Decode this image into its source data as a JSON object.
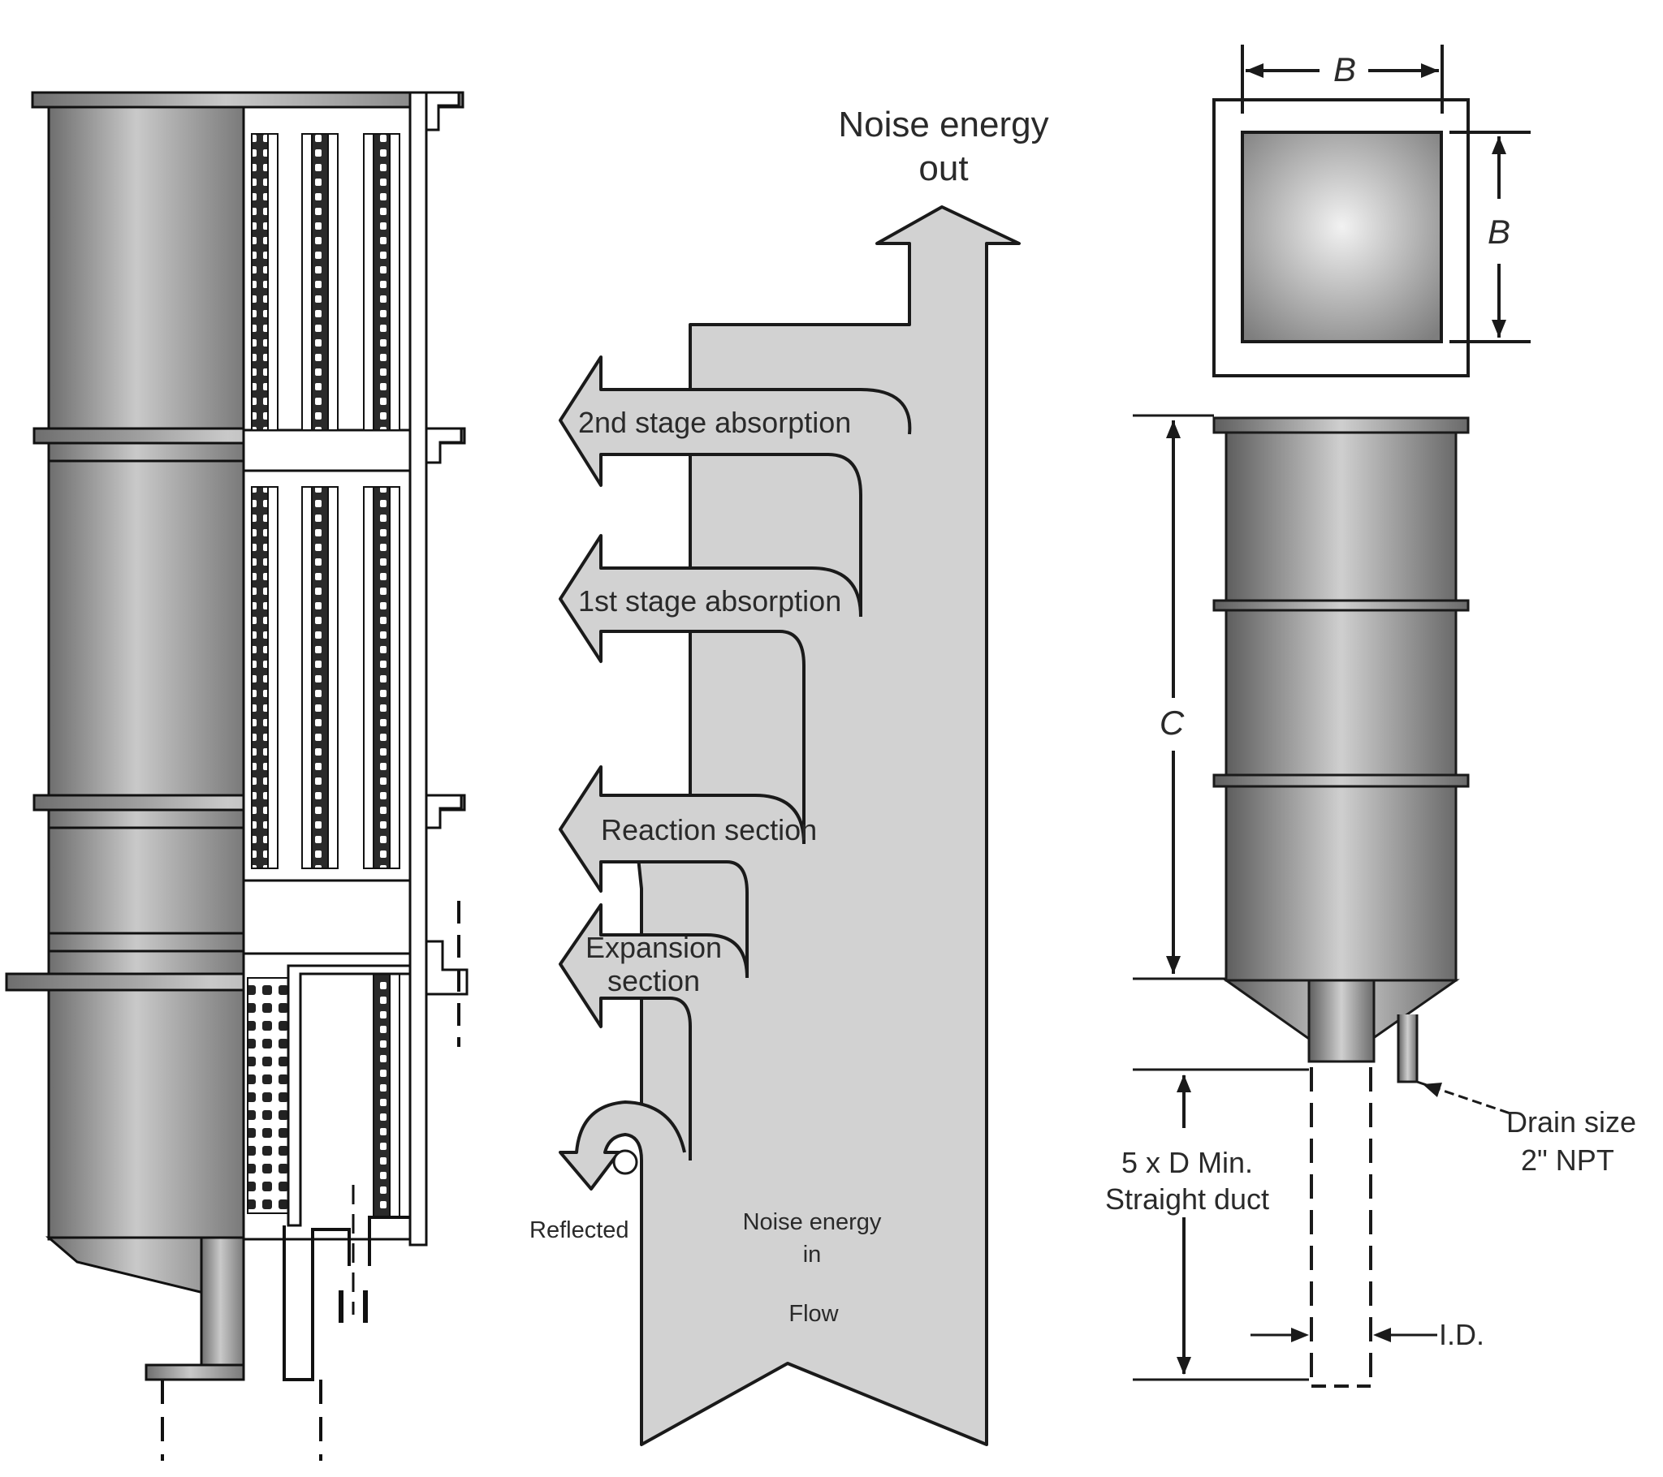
{
  "flow_diagram": {
    "noise_out": [
      "Noise energy",
      "out"
    ],
    "stage2": "2nd stage absorption",
    "stage1": "1st stage absorption",
    "reaction": "Reaction section",
    "expansion": [
      "Expansion",
      "section"
    ],
    "reflected": "Reflected",
    "noise_in": [
      "Noise energy",
      "in"
    ],
    "flow": "Flow"
  },
  "dimensions": {
    "width_top": "B",
    "width_side": "B",
    "height": "C",
    "duct": [
      "5 x D Min.",
      "Straight duct"
    ],
    "drain": [
      "Drain size",
      "2\" NPT"
    ],
    "inner_diameter": "I.D."
  },
  "colors": {
    "metal_dark": "#7d7d7d",
    "metal_light": "#e2e2e2",
    "arrow_fill": "#d2d2d2",
    "line": "#1a1a1a"
  }
}
